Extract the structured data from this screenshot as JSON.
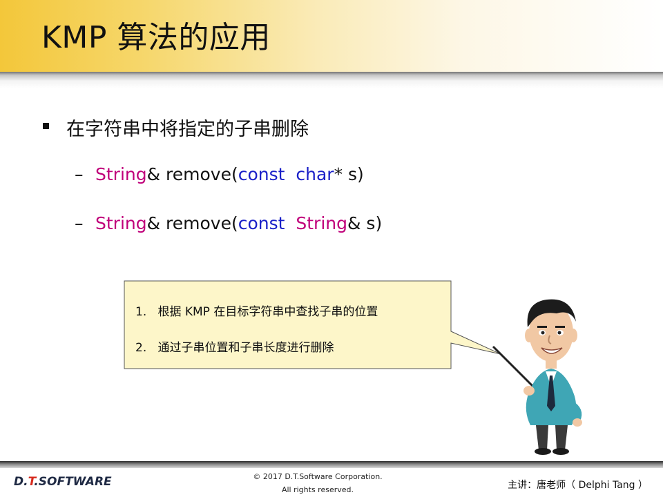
{
  "slide": {
    "title": "KMP 算法的应用",
    "bullet": "在字符串中将指定的子串删除",
    "code_lines": [
      {
        "dash": "–",
        "class_type": "String",
        "amp_name": "& remove(",
        "kw": "const",
        "param_type": "char",
        "rest": "* s)"
      },
      {
        "dash": "–",
        "class_type": "String",
        "amp_name": "& remove(",
        "kw": "const",
        "param_type": "String",
        "rest": "& s)"
      }
    ],
    "callout": {
      "items": [
        {
          "num": "1.",
          "text": "根据 KMP 在目标字符串中查找子串的位置"
        },
        {
          "num": "2.",
          "text": "通过子串位置和子串长度进行删除"
        }
      ]
    }
  },
  "footer": {
    "logo_d": "D.",
    "logo_t": "T",
    "logo_rest": ".SOFTWARE",
    "copyright_line1": "© 2017 D.T.Software Corporation.",
    "copyright_line2": "All rights reserved.",
    "lecturer": "主讲：唐老师（ Delphi Tang ）"
  },
  "colors": {
    "header_gold": "#f3c73a",
    "callout_fill": "#fdf6c9",
    "class_keyword": "#c0007a",
    "blue_keyword": "#1a20c8"
  }
}
